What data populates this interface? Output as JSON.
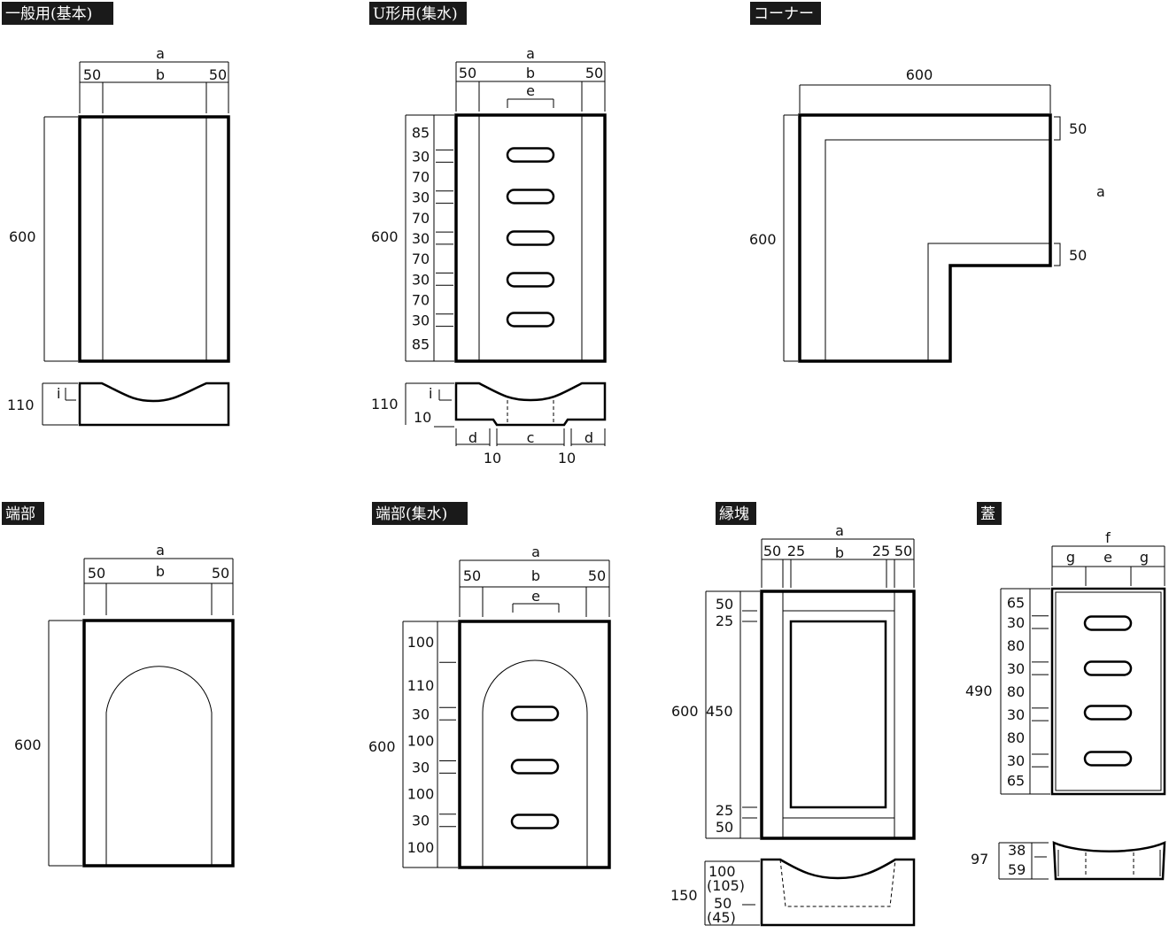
{
  "panels": {
    "general": {
      "title": "一般用(基本)",
      "labels": {
        "a": "a",
        "left50": "50",
        "b": "b",
        "right50": "50",
        "height": "600",
        "depth": "110",
        "i": "i"
      }
    },
    "u_shape": {
      "title": "U形用(集水)",
      "labels": {
        "a": "a",
        "left50": "50",
        "b": "b",
        "right50": "50",
        "e": "e",
        "height": "600",
        "depth": "110",
        "i": "i",
        "ten_left": "10",
        "d_left": "d",
        "c": "c",
        "d_right": "d",
        "ten_b1": "10",
        "ten_b2": "10"
      },
      "vertical_dims": [
        "85",
        "30",
        "70",
        "30",
        "70",
        "30",
        "70",
        "30",
        "70",
        "30",
        "85"
      ]
    },
    "corner": {
      "title": "コーナー",
      "labels": {
        "width": "600",
        "height": "600",
        "top50": "50",
        "a": "a",
        "bottom50": "50"
      }
    },
    "end": {
      "title": "端部",
      "labels": {
        "a": "a",
        "left50": "50",
        "b": "b",
        "right50": "50",
        "height": "600"
      }
    },
    "end_collect": {
      "title": "端部(集水)",
      "labels": {
        "a": "a",
        "left50": "50",
        "b": "b",
        "right50": "50",
        "e": "e",
        "height": "600"
      },
      "vertical_dims": [
        "100",
        "110",
        "30",
        "100",
        "30",
        "100",
        "30",
        "100"
      ]
    },
    "curb": {
      "title": "縁塊",
      "labels": {
        "a": "a",
        "left50": "50",
        "left25": "25",
        "b": "b",
        "right25": "25",
        "right50": "50",
        "top50": "50",
        "top25": "25",
        "height": "600",
        "inner": "450",
        "bot25": "25",
        "bot50": "50",
        "depth": "150",
        "d100": "100",
        "d105": "(105)",
        "d50": "50",
        "d45": "(45)"
      }
    },
    "lid": {
      "title": "蓋",
      "labels": {
        "f": "f",
        "g_left": "g",
        "e": "e",
        "g_right": "g",
        "height": "490",
        "depth": "97",
        "d38": "38",
        "d59": "59"
      },
      "vertical_dims": [
        "65",
        "30",
        "80",
        "30",
        "80",
        "30",
        "80",
        "30",
        "65"
      ]
    }
  }
}
